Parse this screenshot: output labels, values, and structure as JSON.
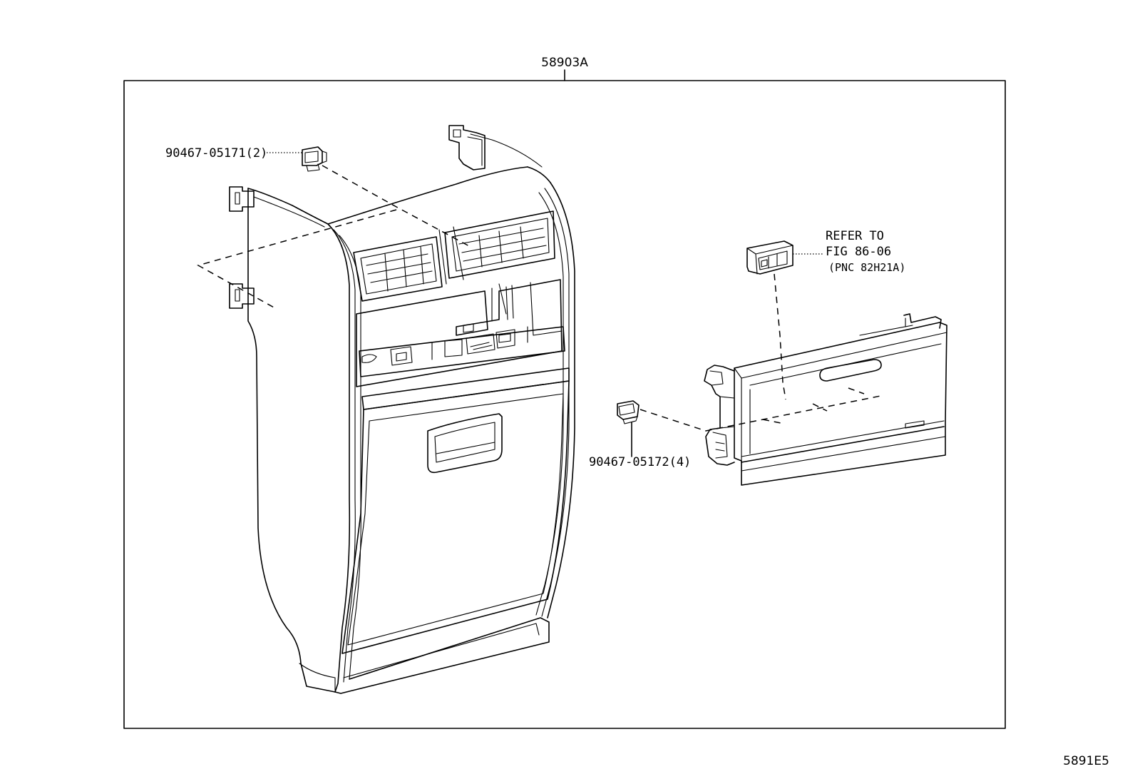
{
  "assembly_label": "58903A",
  "parts": {
    "clip_upper": "90467-05171(2)",
    "clip_lower": "90467-05172(4)"
  },
  "reference": {
    "line1": "REFER TO",
    "line2": "FIG 86-06",
    "line3": "(PNC 82H21A)"
  },
  "figure_code": "5891E5"
}
